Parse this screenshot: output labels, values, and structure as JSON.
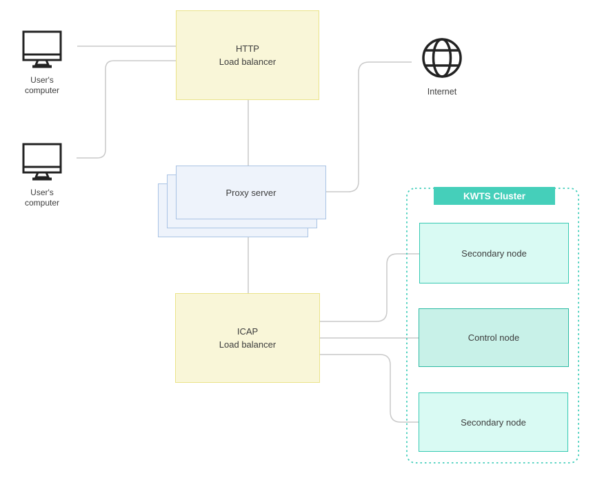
{
  "colors": {
    "line": "#c9c9c9",
    "text": "#3c3c3c",
    "yellow-fill": "#f9f6d8",
    "yellow-border": "#eae389",
    "blue-fill": "#eef3fb",
    "blue-border": "#a9c3e4",
    "teal": "#40cdb9",
    "mint-fill": "#d9faf3",
    "mint-border": "#35c9b2",
    "control-fill": "#c8f1e8",
    "control-border": "#2bbaa3",
    "cluster-title-bg": "#45cfba",
    "icon-stroke": "#222222"
  },
  "computers": [
    {
      "line1": "User's",
      "line2": "computer"
    },
    {
      "line1": "User's",
      "line2": "computer"
    }
  ],
  "nodes": {
    "http_lb": {
      "line1": "HTTP",
      "line2": "Load balancer"
    },
    "proxy": {
      "label": "Proxy server"
    },
    "icap_lb": {
      "line1": "ICAP",
      "line2": "Load balancer"
    },
    "internet": {
      "label": "Internet"
    }
  },
  "cluster": {
    "title": "KWTS Cluster",
    "nodes": [
      {
        "label": "Secondary node"
      },
      {
        "label": "Control node"
      },
      {
        "label": "Secondary node"
      }
    ]
  }
}
